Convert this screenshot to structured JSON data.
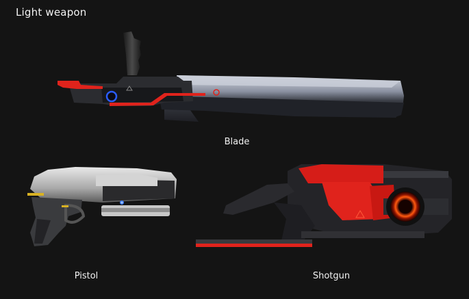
{
  "page": {
    "title": "Light weapon",
    "background": "#141414",
    "text_color": "#f2f2f2",
    "accent": "#e0231c"
  },
  "weapons": [
    {
      "id": "blade",
      "label": "Blade",
      "icon": "blade-weapon-icon"
    },
    {
      "id": "pistol",
      "label": "Pistol",
      "icon": "pistol-weapon-icon"
    },
    {
      "id": "shotgun",
      "label": "Shotgun",
      "icon": "shotgun-weapon-icon"
    }
  ]
}
